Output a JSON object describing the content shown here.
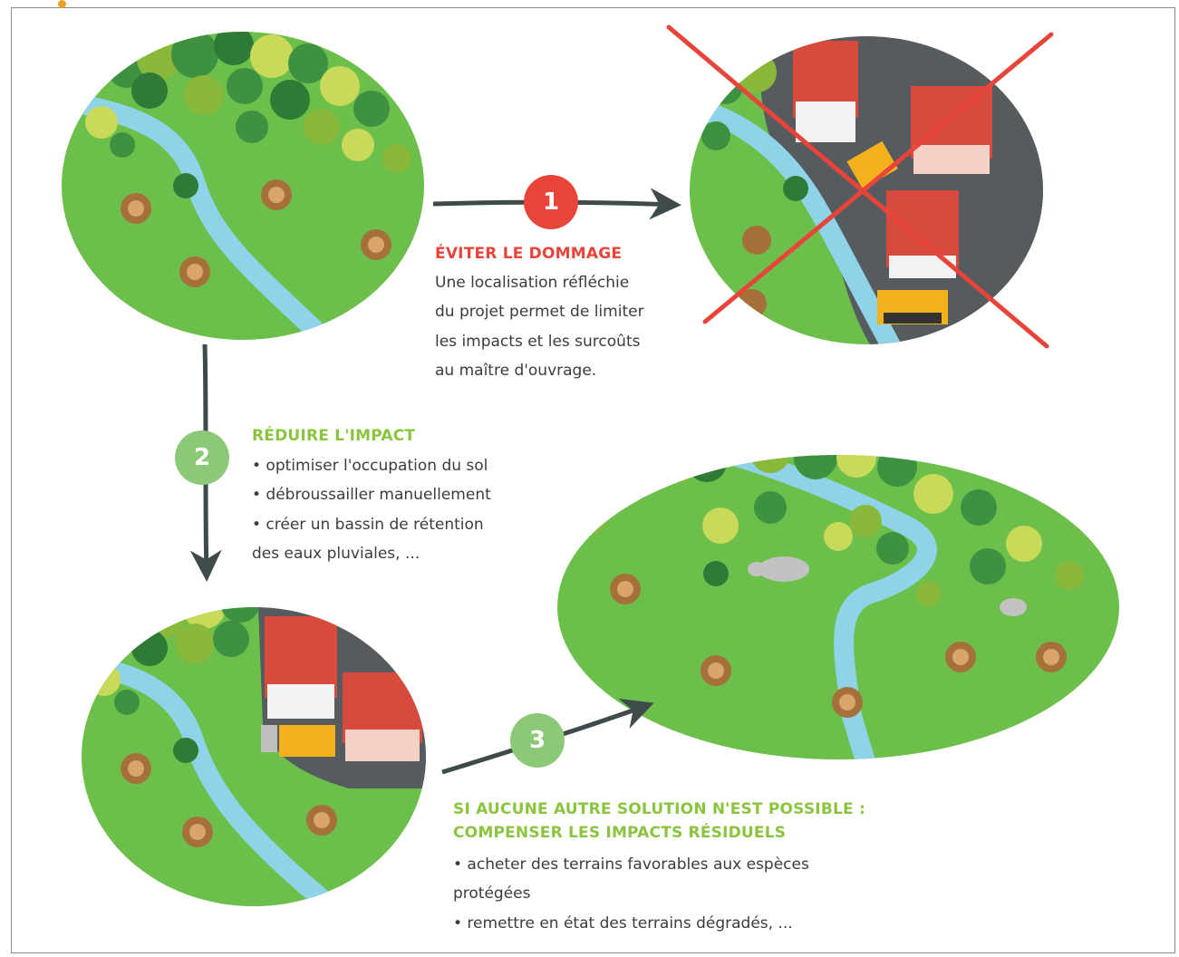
{
  "step1": {
    "number": "1",
    "title": "ÉVITER LE DOMMAGE",
    "lines": [
      "Une  localisation  réfléchie",
      "du projet permet de limiter",
      "les impacts et les surcoûts",
      "au maître d'ouvrage."
    ],
    "color": "#e8443a"
  },
  "step2": {
    "number": "2",
    "title": "RÉDUIRE L'IMPACT",
    "lines": [
      "• optimiser l'occupation du sol",
      "• débroussailler manuellement",
      "• créer un bassin de rétention",
      "des eaux pluviales, ..."
    ],
    "color": "#8bc53f"
  },
  "step3": {
    "number": "3",
    "title_lines": [
      "SI AUCUNE AUTRE SOLUTION N'EST POSSIBLE :",
      "COMPENSER LES IMPACTS RÉSIDUELS"
    ],
    "lines": [
      "• acheter des terrains favorables aux espèces",
      "protégées",
      "• remettre en état des terrains dégradés, ..."
    ],
    "color": "#8bc53f"
  },
  "colors": {
    "grass": "#6cbf4a",
    "river": "#8fd3e8",
    "asphalt": "#555b5f",
    "roof": "#d84a3c",
    "cross": "#e8443a",
    "arrow": "#3f4a4a",
    "accent_orange": "#f0a020"
  },
  "icons": [
    "tree-icon",
    "turtle-icon",
    "house-icon",
    "bulldozer-icon",
    "rock-icon"
  ]
}
